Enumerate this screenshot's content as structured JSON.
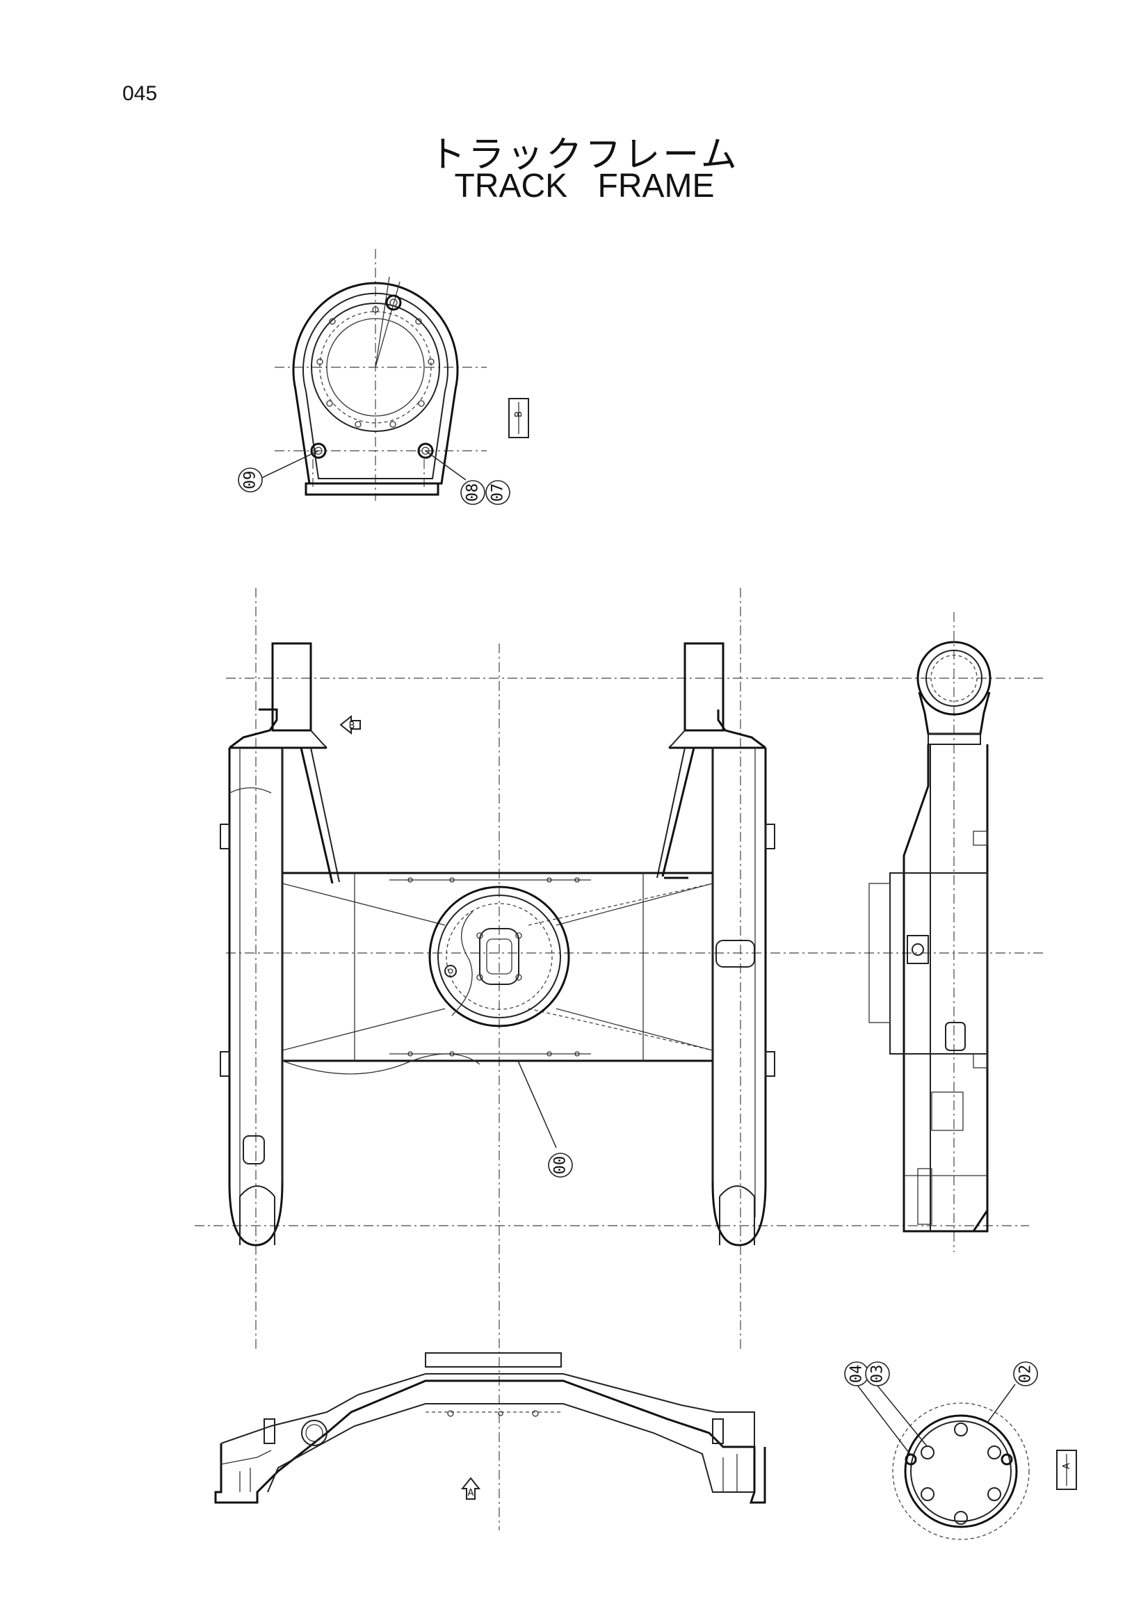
{
  "page_number": "045",
  "title_jp": "トラックフレーム",
  "title_en": "TRACK FRAME",
  "callouts": {
    "c00": "00",
    "c02": "02",
    "c03": "03",
    "c04": "04",
    "c07": "07",
    "c08": "08",
    "c09": "09"
  },
  "view_labels": {
    "view_b": "B",
    "view_a": "A",
    "arrow_b": "B",
    "arrow_a": "A"
  }
}
